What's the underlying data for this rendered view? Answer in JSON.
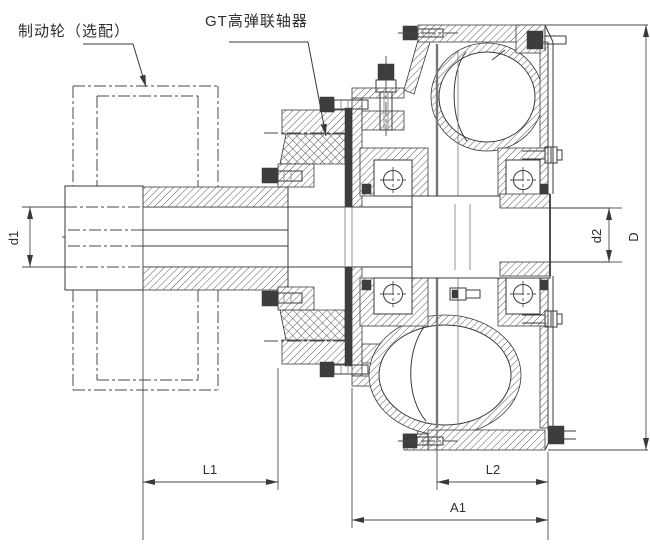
{
  "drawing": {
    "labels": {
      "brake_wheel": "制动轮（选配）",
      "gt_coupling": "GT高弹联轴器"
    },
    "dimensions": {
      "d1": "d1",
      "d2": "d2",
      "D": "D",
      "L1": "L1",
      "L2": "L2",
      "A1": "A1"
    },
    "colors": {
      "line": "#3a3a3a",
      "background": "#ffffff"
    }
  }
}
